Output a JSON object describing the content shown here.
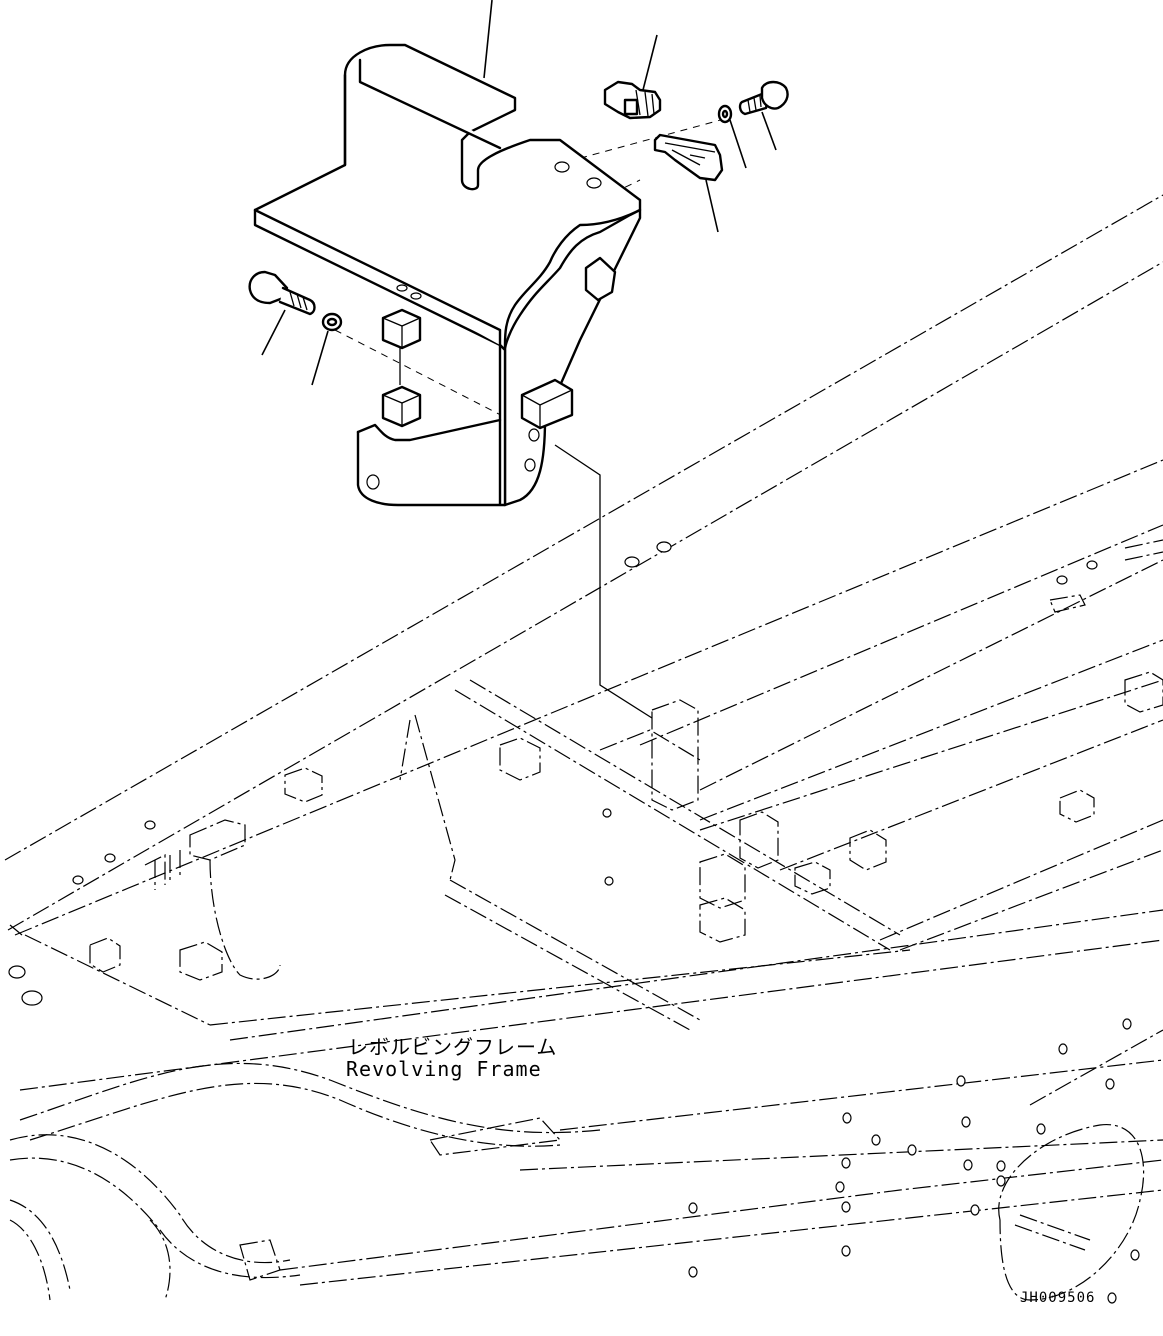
{
  "labels": {
    "frame_jp": "レボルビングフレーム",
    "frame_en": "Revolving Frame",
    "drawing_code": "JH009506"
  },
  "colors": {
    "line": "#000000",
    "background": "#ffffff"
  }
}
